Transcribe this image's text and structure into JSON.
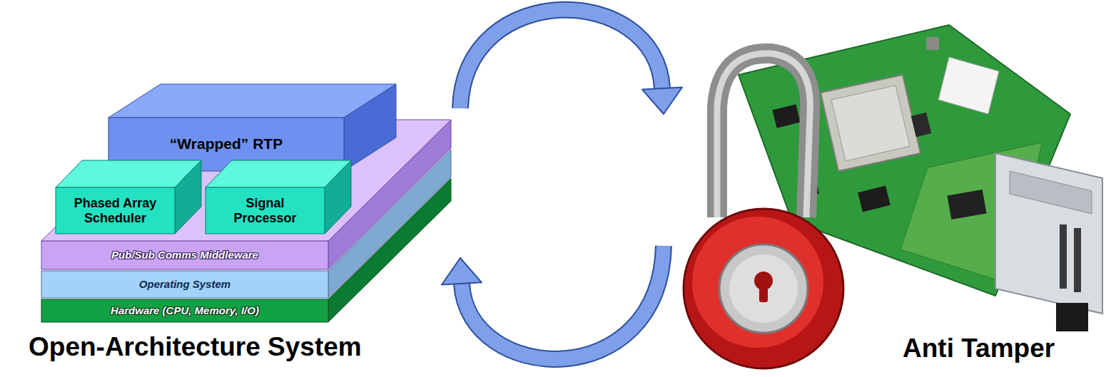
{
  "diagram": {
    "nodes": [
      {
        "text": [
          "Open-Architecture System"
        ]
      },
      {
        "text": [
          "“Wrapped” RTP"
        ],
        "in": 0
      },
      {
        "text": [
          "Phased Array Scheduler"
        ],
        "in": 0
      },
      {
        "text": [
          "Signal Processor"
        ],
        "in": 0
      },
      {
        "text": [
          "Pub/Sub Comms Middleware"
        ],
        "in": 0
      },
      {
        "text": [
          "Operating System"
        ],
        "in": 0
      },
      {
        "text": [
          "Hardware (CPU, Memory, I/O)"
        ],
        "in": 0
      },
      {
        "text": [
          "Anti Tamper"
        ]
      }
    ],
    "edges": [
      {
        "from": 0,
        "to": 7,
        "arrow": "to"
      },
      {
        "from": 7,
        "to": 0,
        "arrow": "to"
      }
    ]
  }
}
